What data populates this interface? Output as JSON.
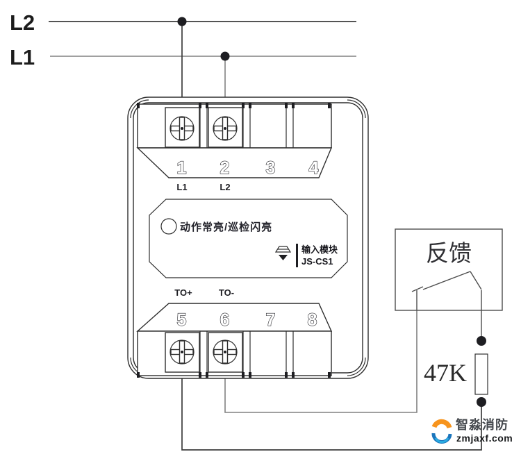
{
  "diagram": {
    "bus": {
      "l2": "L2",
      "l1": "L1"
    },
    "module": {
      "top_terminals": {
        "numbers": [
          "1",
          "2",
          "3",
          "4"
        ],
        "wire_labels": {
          "t1": "L1",
          "t2": "L2"
        }
      },
      "bottom_terminals": {
        "numbers": [
          "5",
          "6",
          "7",
          "8"
        ],
        "wire_labels": {
          "t5": "TO+",
          "t6": "TO-"
        }
      },
      "panel": {
        "led_text": "动作常亮/巡检闪亮",
        "model_line1": "输入模块",
        "model_line2": "JS-CS1"
      }
    },
    "feedback": {
      "label": "反馈"
    },
    "resistor": {
      "label": "47K"
    },
    "watermark": {
      "name": "智淼消防",
      "site": "zmjaxf.com"
    },
    "colors": {
      "line": "#3c3c3c",
      "line_light": "#808080",
      "watermark_orange": "#f7941d",
      "watermark_blue": "#1b75bc",
      "watermark_lightblue": "#29abe2",
      "watermark_text": "#45494e"
    }
  }
}
